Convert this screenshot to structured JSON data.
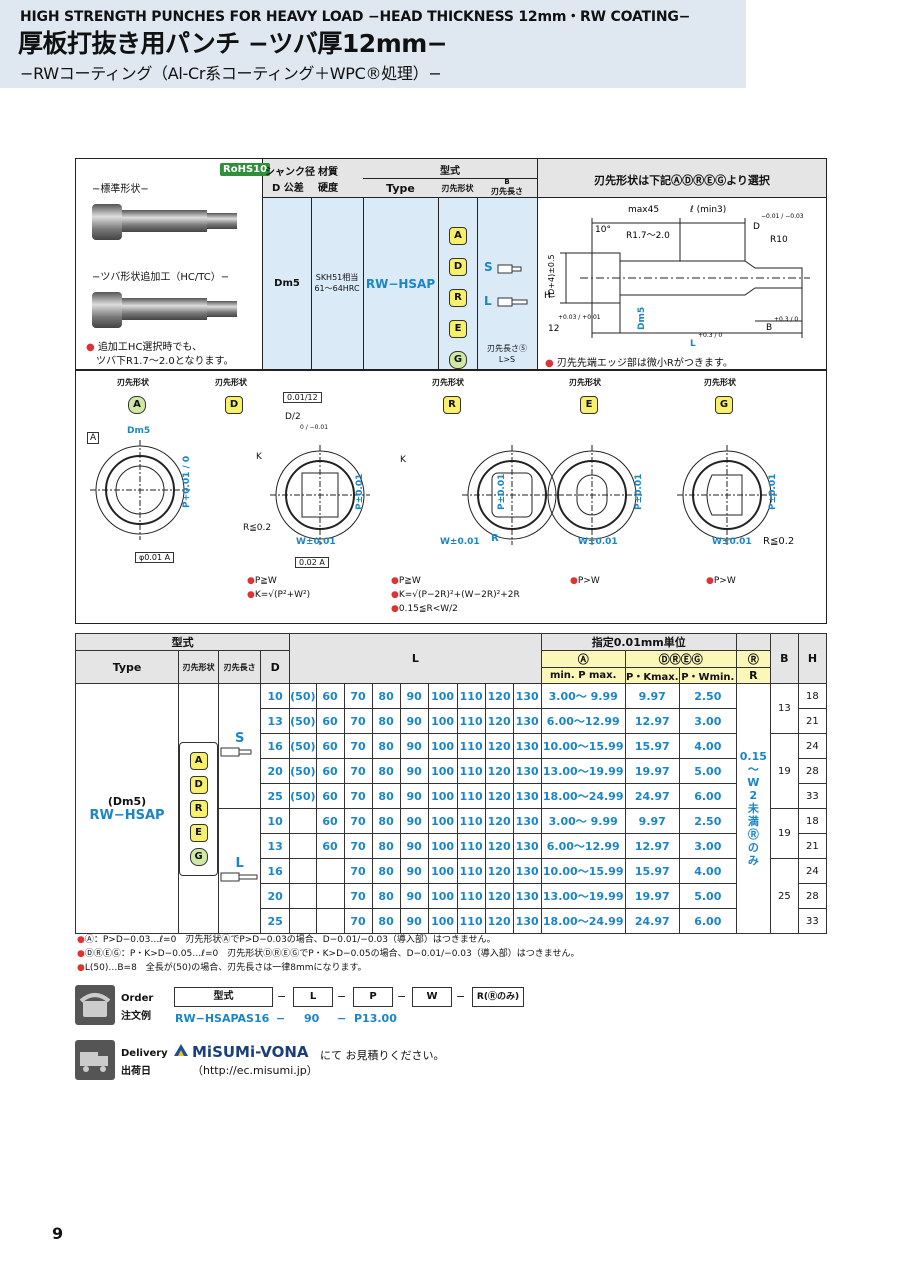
{
  "header": {
    "title_en": "HIGH STRENGTH PUNCHES FOR HEAVY LOAD −HEAD THICKNESS 12mm・RW COATING−",
    "title_jp": "厚板打抜き用パンチ −ツバ厚12mm−",
    "subtitle": "−RWコーティング（Al-Cr系コーティング＋WPC®処理）−"
  },
  "product": {
    "rohs": "RoHS10",
    "std_shape": "−標準形状−",
    "hc_shape": "−ツバ形状追加工（HC/TC）−",
    "hc_note1": "追加工HC選択時でも、",
    "hc_note2": "ツバ下R1.7〜2.0となります。",
    "col_shank1": "シャンク径",
    "col_shank2": "D",
    "col_shank3": "公差",
    "col_mat1": "材質",
    "col_mat2": "硬度",
    "col_type_jp": "型式",
    "col_type": "Type",
    "col_tip": "刃先形状",
    "col_len": "刃先長さ",
    "col_len_b": "B",
    "col_select": "刃先形状は下記ⒶⒹⓇⒺⒼより選択",
    "tol": "Dm5",
    "material": "SKH51相当",
    "hardness": "61〜64HRC",
    "type": "RW−HSAP",
    "tips": [
      "A",
      "D",
      "R",
      "E",
      "G"
    ],
    "len_s": "S",
    "len_l": "L",
    "len_note1": "刃先長さⓈ",
    "len_note2": "L>S",
    "drawing_note": "刃先先端エッジ部は微小Rがつきます。",
    "dim_max45": "max45",
    "dim_lmin3": "ℓ (min3)",
    "dim_angle": "10°",
    "dim_r17": "R1.7〜2.0",
    "dim_r10": "R10",
    "dim_d": "D",
    "dim_d_tol": "−0.01 / −0.03",
    "dim_h": "H",
    "dim_d4": "(D+4)±0.5",
    "dim_12": "12",
    "dim_12_tol": "+0.03 / +0.01",
    "dim_dm5": "Dm5",
    "dim_l": "L",
    "dim_l_tol": "+0.3 / 0",
    "dim_b": "B",
    "dim_b_tol": "+0.3 / 0"
  },
  "tip_shapes": {
    "label": "刃先形状",
    "items": [
      "A",
      "D",
      "R",
      "E",
      "G"
    ],
    "dm5": "Dm5",
    "perp": "0.01/12",
    "d2": "D/2",
    "d2_tol": "0 / −0.01",
    "k": "K",
    "p_tol": "P±0.01",
    "p_tol_a": "P+0.01 / 0",
    "w_tol": "W±0.01",
    "r_le": "R≦0.2",
    "r": "R",
    "sym": "0.02 A",
    "conc": "φ0.01 A",
    "datum": "A",
    "notes_d": [
      "P≧W",
      "K=√(P²+W²)"
    ],
    "notes_r": [
      "P≧W",
      "K=√(P−2R)²+(W−2R)²+2R",
      "0.15≦R<W/2"
    ],
    "notes_e": [
      "P>W"
    ],
    "notes_g": [
      "P>W"
    ]
  },
  "table": {
    "h_type_jp": "型式",
    "h_type": "Type",
    "h_tip": "刃先形状",
    "h_len": "刃先長さ",
    "h_d": "D",
    "h_l": "L",
    "h_unit": "指定0.01mm単位",
    "h_a": "Ⓐ",
    "h_dreg": "ⒹⓇⒺⒼ",
    "h_r": "Ⓡ",
    "h_minp": "min. P max.",
    "h_pk": "P・Kmax.",
    "h_pw": "P・Wmin.",
    "h_rr": "R",
    "h_b": "B",
    "h_h": "H",
    "type_tol": "(Dm5)",
    "type_name": "RW−HSAP",
    "r_range": [
      "0.15",
      "〜",
      "W",
      "2",
      "未",
      "満",
      "Ⓡ",
      "の",
      "み"
    ],
    "rows_s": [
      {
        "d": "10",
        "l": [
          "(50)",
          "60",
          "70",
          "80",
          "90",
          "100",
          "110",
          "120",
          "130"
        ],
        "p": "3.00〜 9.99",
        "pk": "9.97",
        "pw": "2.50",
        "h": "18"
      },
      {
        "d": "13",
        "l": [
          "(50)",
          "60",
          "70",
          "80",
          "90",
          "100",
          "110",
          "120",
          "130"
        ],
        "p": "6.00〜12.99",
        "pk": "12.97",
        "pw": "3.00",
        "h": "21"
      },
      {
        "d": "16",
        "l": [
          "(50)",
          "60",
          "70",
          "80",
          "90",
          "100",
          "110",
          "120",
          "130"
        ],
        "p": "10.00〜15.99",
        "pk": "15.97",
        "pw": "4.00",
        "h": "24"
      },
      {
        "d": "20",
        "l": [
          "(50)",
          "60",
          "70",
          "80",
          "90",
          "100",
          "110",
          "120",
          "130"
        ],
        "p": "13.00〜19.99",
        "pk": "19.97",
        "pw": "5.00",
        "h": "28"
      },
      {
        "d": "25",
        "l": [
          "(50)",
          "60",
          "70",
          "80",
          "90",
          "100",
          "110",
          "120",
          "130"
        ],
        "p": "18.00〜24.99",
        "pk": "24.97",
        "pw": "6.00",
        "h": "33"
      }
    ],
    "rows_l": [
      {
        "d": "10",
        "l": [
          "",
          "60",
          "70",
          "80",
          "90",
          "100",
          "110",
          "120",
          "130"
        ],
        "p": "3.00〜 9.99",
        "pk": "9.97",
        "pw": "2.50",
        "h": "18"
      },
      {
        "d": "13",
        "l": [
          "",
          "60",
          "70",
          "80",
          "90",
          "100",
          "110",
          "120",
          "130"
        ],
        "p": "6.00〜12.99",
        "pk": "12.97",
        "pw": "3.00",
        "h": "21"
      },
      {
        "d": "16",
        "l": [
          "",
          "",
          "70",
          "80",
          "90",
          "100",
          "110",
          "120",
          "130"
        ],
        "p": "10.00〜15.99",
        "pk": "15.97",
        "pw": "4.00",
        "h": "24"
      },
      {
        "d": "20",
        "l": [
          "",
          "",
          "70",
          "80",
          "90",
          "100",
          "110",
          "120",
          "130"
        ],
        "p": "13.00〜19.99",
        "pk": "19.97",
        "pw": "5.00",
        "h": "28"
      },
      {
        "d": "25",
        "l": [
          "",
          "",
          "70",
          "80",
          "90",
          "100",
          "110",
          "120",
          "130"
        ],
        "p": "18.00〜24.99",
        "pk": "24.97",
        "pw": "6.00",
        "h": "33"
      }
    ],
    "b_values": [
      "13",
      "19",
      "19",
      "25"
    ]
  },
  "footnotes": [
    "Ⓐ：P>D−0.03…ℓ=0　刃先形状ⒶでP>D−0.03の場合、D−0.01/−0.03（導入部）はつきません。",
    "ⒹⓇⒺⒼ：P・K>D−0.05…ℓ=0　刃先形状ⒹⓇⒺⒼでP・K>D−0.05の場合、D−0.01/−0.03（導入部）はつきません。",
    "L(50)…B=8　全長が(50)の場合、刃先長さは一律8mmになります。"
  ],
  "order": {
    "label_en": "Order",
    "label_jp": "注文例",
    "fields": [
      "型式",
      "L",
      "P",
      "W",
      "R(Ⓡのみ)"
    ],
    "sep": "−",
    "example": [
      "RW−HSAPAS16",
      "−",
      "90",
      "−",
      "P13.00"
    ]
  },
  "delivery": {
    "label_en": "Delivery",
    "label_jp": "出荷日",
    "brand": "MiSUMi-VONA",
    "text": "にて お見積りください。",
    "url": "（http://ec.misumi.jp）"
  },
  "page_number": "9"
}
